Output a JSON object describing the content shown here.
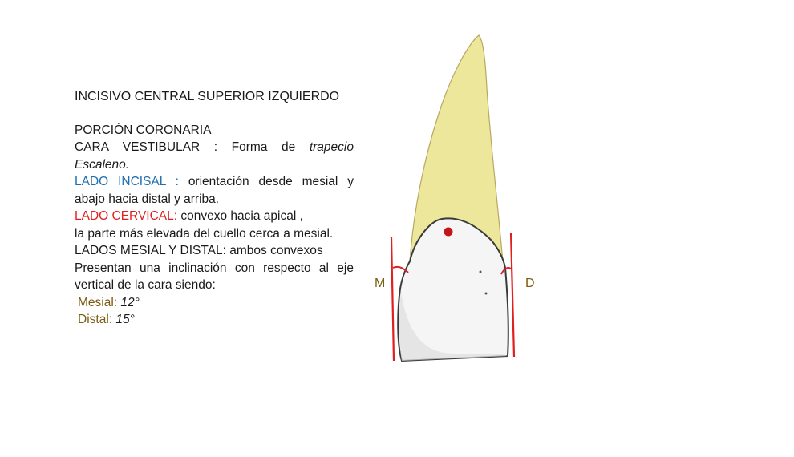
{
  "title": "INCISIVO CENTRAL SUPERIOR IZQUIERDO",
  "section": "PORCIÓN CORONARIA",
  "vestibular": {
    "label": "CARA VESTIBULAR :",
    "text": "Forma de",
    "shape_word": "trapecio",
    "shape_word2": "Escaleno."
  },
  "incisal": {
    "label": "LADO INCISAL :",
    "text1": "orientación desde mesial y",
    "text2": "abajo hacia distal y arriba."
  },
  "cervical": {
    "label": "LADO CERVICAL:",
    "text1": "convexo hacia apical ,",
    "text2": "la parte más elevada del cuello cerca a mesial."
  },
  "mesial_distal": {
    "label": "LADOS MESIAL Y DISTAL:",
    "text": "ambos convexos",
    "text2": "Presentan una inclinación con respecto al eje",
    "text3": "vertical de la cara siendo:"
  },
  "angles": {
    "mesial_label": "Mesial:",
    "mesial_value": "12°",
    "distal_label": "Distal:",
    "distal_value": "15°"
  },
  "diagram": {
    "mesial_marker": "M",
    "distal_marker": "D",
    "root_color": "#ece79a",
    "crown_color": "#f5f5f5",
    "axis_line_color": "#e0201e",
    "cervical_point_color": "#c4141a",
    "label_color": "#7a5c10"
  },
  "colors": {
    "incisal_label": "#1f6fb0",
    "cervical_label": "#e0201e",
    "angle_labels": "#7a5c10"
  }
}
